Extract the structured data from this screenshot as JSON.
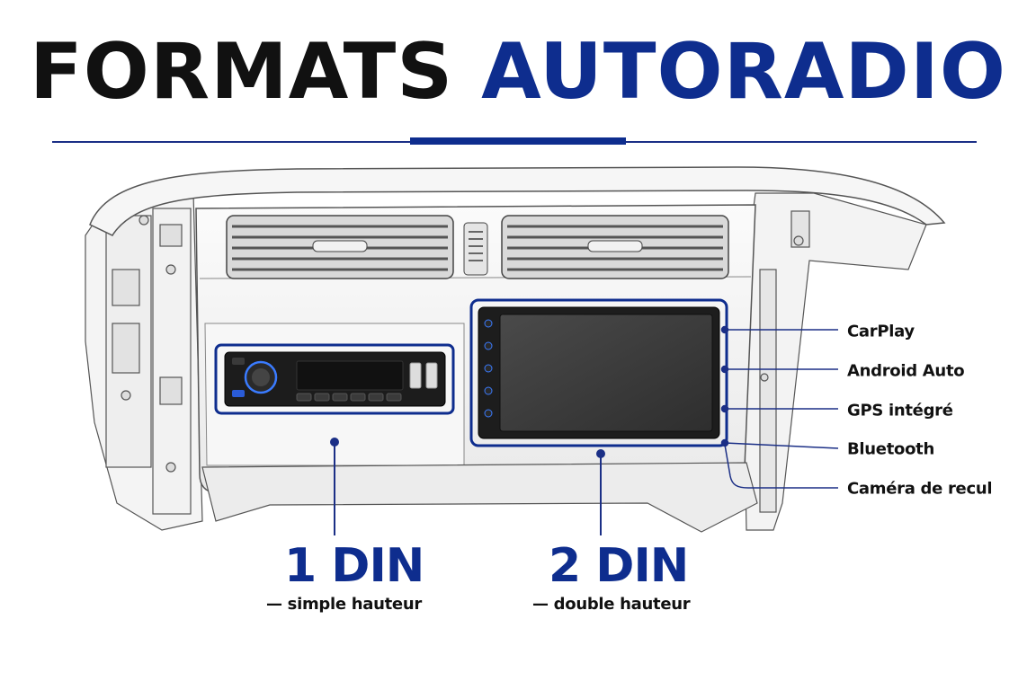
{
  "title": {
    "part1": "FORMATS",
    "part2": "AUTORADIO"
  },
  "features": [
    {
      "label": "CarPlay"
    },
    {
      "label": "Android Auto"
    },
    {
      "label": "GPS intégré"
    },
    {
      "label": "Bluetooth"
    },
    {
      "label": "Caméra de recul"
    }
  ],
  "formats": {
    "single": {
      "name": "1 DIN",
      "desc": "— simple hauteur"
    },
    "double": {
      "name": "2 DIN",
      "desc": "— double hauteur"
    }
  },
  "colors": {
    "accent": "#0e2d8e",
    "text": "#111111",
    "dash": "#f2f2f2"
  }
}
